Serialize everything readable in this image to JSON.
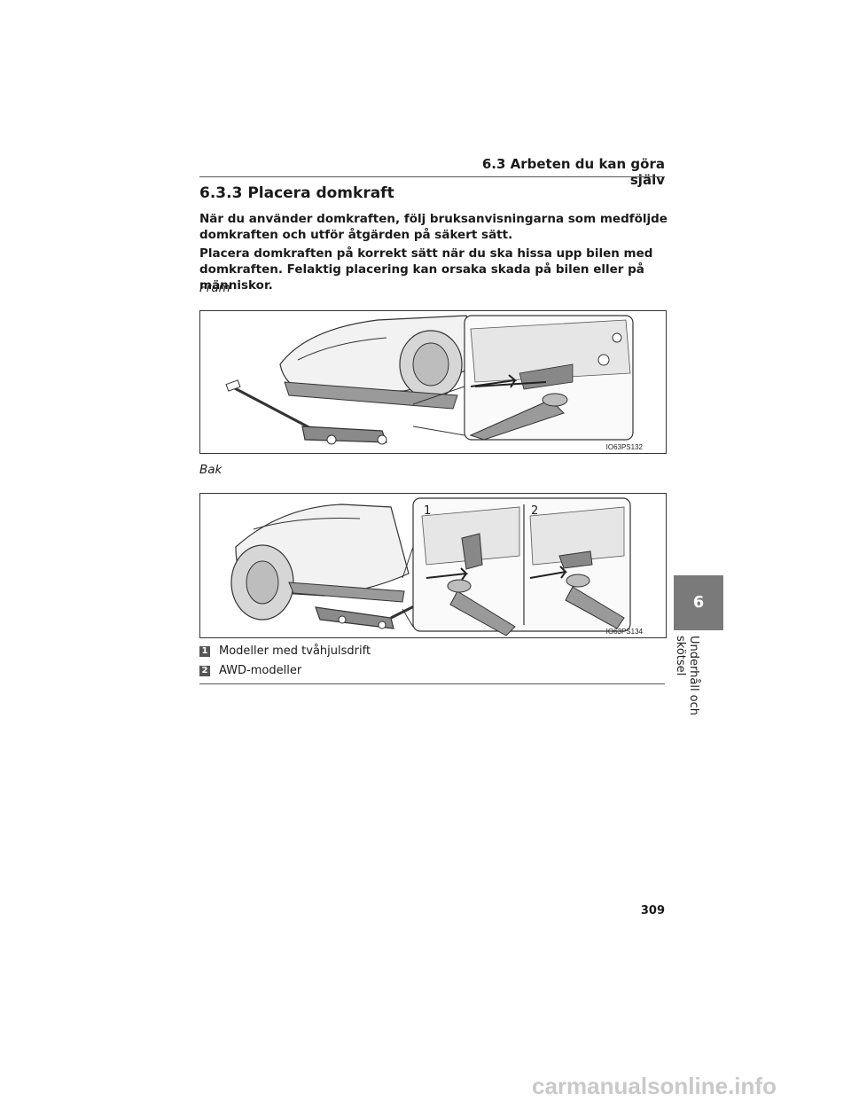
{
  "header": {
    "chapter_title": "6.3 Arbeten du kan göra själv"
  },
  "section": {
    "title": "6.3.3 Placera domkraft"
  },
  "paragraphs": [
    "När du använder domkraften, följ bruksanvisningarna som medföljde domkraften och utför åtgärden på säkert sätt.",
    "Placera domkraften på korrekt sätt när du ska hissa upp bilen med domkraften. Felaktig placering kan orsaka skada på bilen eller på människor."
  ],
  "figures": {
    "front": {
      "caption": "Fram",
      "code": "IO63PS132"
    },
    "rear": {
      "caption": "Bak",
      "code": "IO63PS134",
      "callouts": [
        "1",
        "2"
      ]
    }
  },
  "legend": [
    {
      "num": "1",
      "text": "Modeller med tvåhjulsdrift"
    },
    {
      "num": "2",
      "text": "AWD-modeller"
    }
  ],
  "side_tab": {
    "number": "6",
    "label": "Underhåll och skötsel"
  },
  "page_number": "309",
  "watermark": "carmanualsonline.info"
}
